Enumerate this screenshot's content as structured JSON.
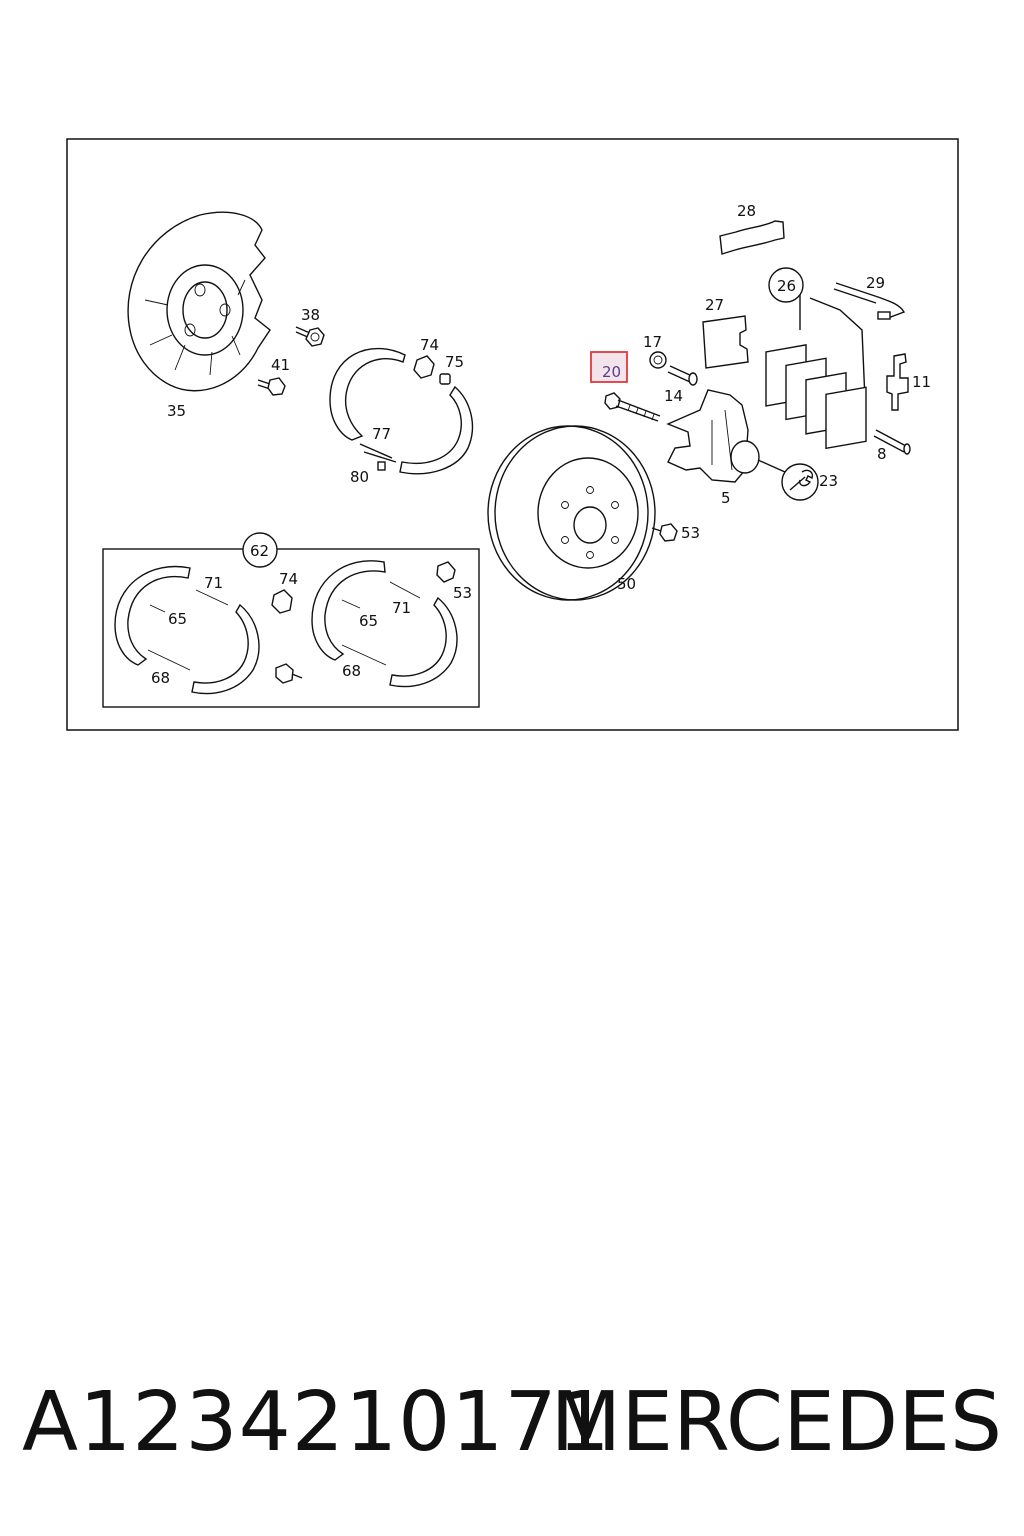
{
  "diagram": {
    "callouts": {
      "c28": "28",
      "c26": "26",
      "c29": "29",
      "c27": "27",
      "c17": "17",
      "c20": "20",
      "c14": "14",
      "c11": "11",
      "c8": "8",
      "c5": "5",
      "c23": "23",
      "c53a": "53",
      "c50": "50",
      "c38": "38",
      "c41": "41",
      "c35": "35",
      "c74a": "74",
      "c75": "75",
      "c77": "77",
      "c80": "80",
      "c62": "62",
      "c71a": "71",
      "c74b": "74",
      "c53b": "53",
      "c65a": "65",
      "c65b": "65",
      "c71b": "71",
      "c68a": "68",
      "c68b": "68"
    },
    "highlight": {
      "label": "20",
      "border_color": "#e0393e",
      "fill_color": "#f3e3ea",
      "text_color": "#5a3c8c"
    }
  },
  "footer": {
    "part_number": "A1234210171",
    "brand": "MERCEDES"
  }
}
